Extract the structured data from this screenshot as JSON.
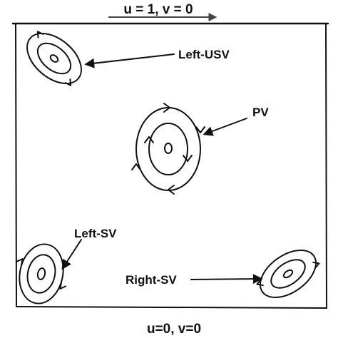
{
  "lid_condition": "u = 1, v = 0",
  "bottom_condition": "u=0, v=0",
  "vortices": {
    "left_usv": "Left-USV",
    "pv": "PV",
    "left_sv": "Left-SV",
    "right_sv": "Right-SV"
  },
  "colors": {
    "ink": "#111111",
    "lid_arrow": "#444444",
    "background": "#ffffff"
  }
}
